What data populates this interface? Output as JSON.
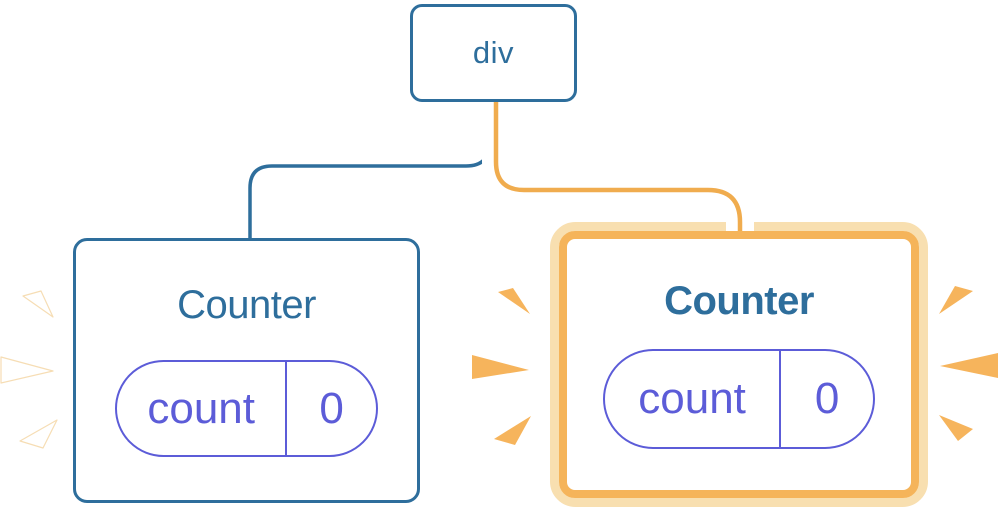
{
  "colors": {
    "blue": "#2e6e9c",
    "purple": "#5c5cd8",
    "orange-line": "#f0ac4e",
    "orange-ring": "#f5b45a",
    "orange-ring-light": "#f8dfb0",
    "sparkle-orange": "#f6b45c",
    "sparkle-white": "#ffffff",
    "sparkle-white-edge": "#f3d29b",
    "box-bg": "#ffffff"
  },
  "tree": {
    "root": {
      "label": "div"
    },
    "children": [
      {
        "title": "Counter",
        "state_key": "count",
        "state_value": "0",
        "highlighted": "false"
      },
      {
        "title": "Counter",
        "state_key": "count",
        "state_value": "0",
        "highlighted": "true"
      }
    ]
  }
}
